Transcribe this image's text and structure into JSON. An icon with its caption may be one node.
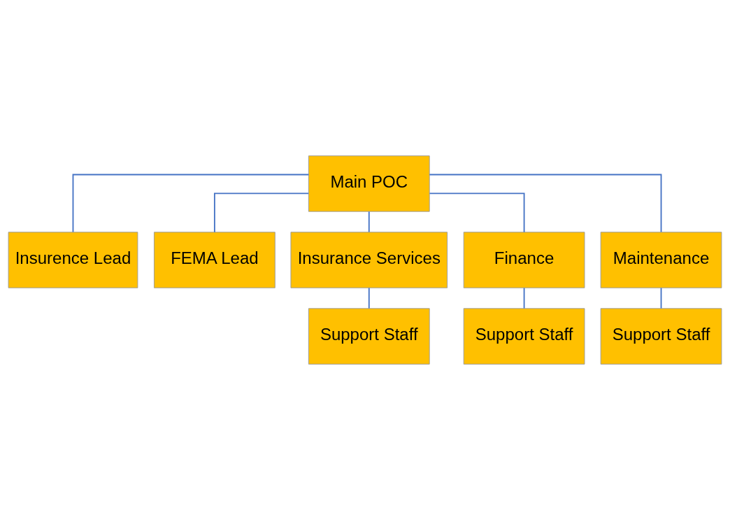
{
  "diagram": {
    "nodes": [
      {
        "text": [
          "Main POC"
        ]
      },
      {
        "text": [
          "Insurence Lead"
        ]
      },
      {
        "text": [
          "FEMA Lead"
        ]
      },
      {
        "text": [
          "Insurance Services"
        ]
      },
      {
        "text": [
          "Finance"
        ]
      },
      {
        "text": [
          "Maintenance"
        ]
      },
      {
        "text": [
          "Support Staff"
        ]
      },
      {
        "text": [
          "Support Staff"
        ]
      },
      {
        "text": [
          "Support Staff"
        ]
      }
    ],
    "edges": [
      {
        "from": 0,
        "to": 1,
        "arrow": "none"
      },
      {
        "from": 0,
        "to": 2,
        "arrow": "none"
      },
      {
        "from": 0,
        "to": 3,
        "arrow": "none"
      },
      {
        "from": 0,
        "to": 4,
        "arrow": "none"
      },
      {
        "from": 0,
        "to": 5,
        "arrow": "none"
      },
      {
        "from": 3,
        "to": 6,
        "arrow": "none"
      },
      {
        "from": 4,
        "to": 7,
        "arrow": "none"
      },
      {
        "from": 5,
        "to": 8,
        "arrow": "none"
      }
    ]
  }
}
